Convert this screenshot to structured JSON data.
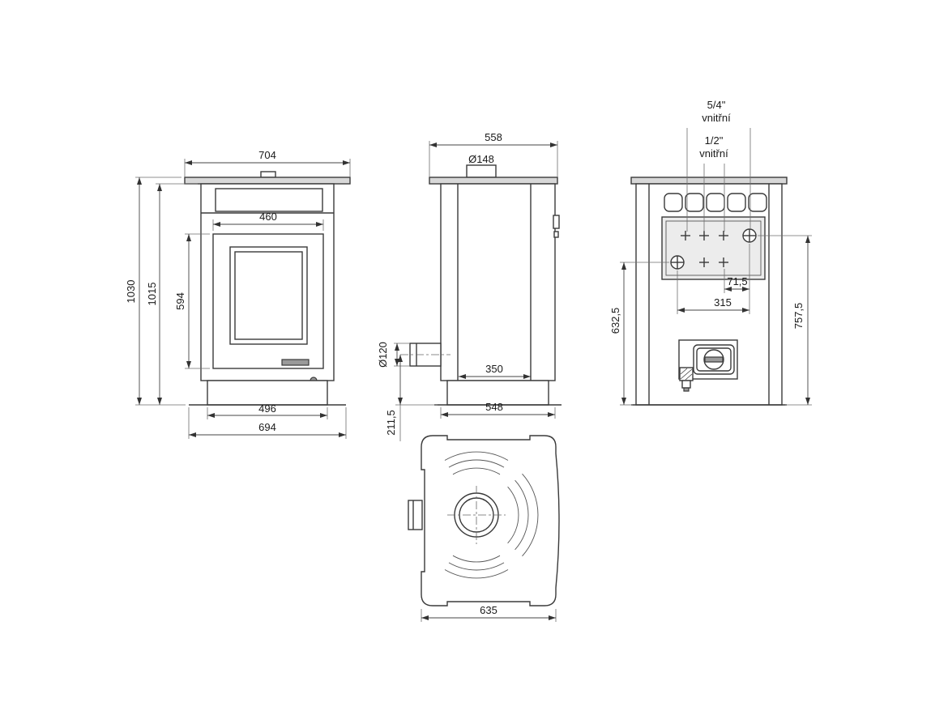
{
  "drawing": {
    "front": {
      "top_width": "704",
      "glass_width": "460",
      "overall_height": "1030",
      "body_height": "1015",
      "door_height": "594",
      "base_inner_width": "496",
      "base_width": "694"
    },
    "side": {
      "top_depth": "558",
      "flue_diameter": "Ø148",
      "outlet_diameter": "Ø120",
      "inner_depth": "350",
      "base_depth": "548",
      "outlet_height": "211,5"
    },
    "rear": {
      "fitting_large": "5/4\"",
      "fitting_large_type": "vnitřní",
      "fitting_small": "1/2\"",
      "fitting_small_type": "vnitřní",
      "fitting_offset": "71,5",
      "fitting_spacing": "315",
      "return_height": "632,5",
      "supply_height": "757,5"
    },
    "top": {
      "width": "635"
    }
  }
}
